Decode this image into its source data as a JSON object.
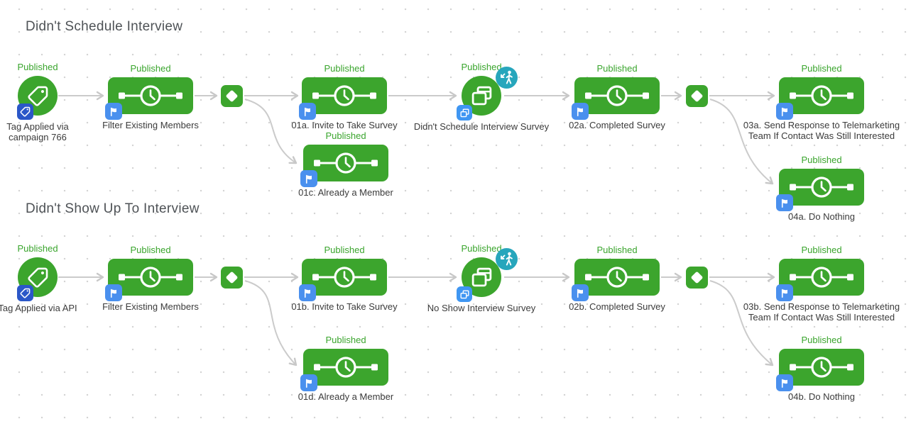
{
  "theme": {
    "node_green": "#3CA52D",
    "published_green": "#3AA52D",
    "flag_badge_blue": "#4A90EE",
    "tag_badge_blue": "#2B57C8",
    "pages_badge_blue": "#3F96F2",
    "walking_badge_teal": "#27A6BC",
    "connector_gray": "#CBCBCB",
    "label_gray": "#3B3B3B",
    "title_gray": "#4E5256",
    "grid_dot_gray": "#D2D2D2"
  },
  "workflows": [
    {
      "title": "Didn't Schedule Interview",
      "nodes": [
        {
          "id": "tag-applied-trigger",
          "type": "tag-circle",
          "status": "Published",
          "label": "Tag Applied via campaign 766",
          "badges": [
            "tag"
          ]
        },
        {
          "id": "filter-existing-members",
          "type": "timer",
          "status": "Published",
          "label": "Filter Existing Members",
          "badges": [
            "flag"
          ]
        },
        {
          "id": "decision-split-1",
          "type": "diamond"
        },
        {
          "id": "step-01a-invite-to-take-survey",
          "type": "timer",
          "status": "Published",
          "label": "01a. Invite to Take Survey",
          "badges": [
            "flag"
          ]
        },
        {
          "id": "step-01c-already-a-member",
          "type": "timer",
          "status": "Published",
          "label": "01c. Already a Member",
          "badges": [
            "flag"
          ]
        },
        {
          "id": "survey-didnt-schedule-interview",
          "type": "survey-circle",
          "status": "Published",
          "label": "Didn't Schedule Interview Survey",
          "badges": [
            "pages",
            "walking"
          ]
        },
        {
          "id": "step-02a-completed-survey",
          "type": "timer",
          "status": "Published",
          "label": "02a. Completed Survey",
          "badges": [
            "flag"
          ]
        },
        {
          "id": "decision-split-2",
          "type": "diamond"
        },
        {
          "id": "step-03a-send-response-telemarketing",
          "type": "timer",
          "status": "Published",
          "label": "03a. Send Response to Telemarketing Team If Contact Was Still Interested",
          "badges": [
            "flag"
          ]
        },
        {
          "id": "step-04a-do-nothing",
          "type": "timer",
          "status": "Published",
          "label": "04a. Do Nothing",
          "badges": [
            "flag"
          ]
        }
      ]
    },
    {
      "title": "Didn't Show Up To Interview",
      "nodes": [
        {
          "id": "tag-applied-trigger",
          "type": "tag-circle",
          "status": "Published",
          "label": "Tag Applied via API",
          "badges": [
            "tag"
          ]
        },
        {
          "id": "filter-existing-members",
          "type": "timer",
          "status": "Published",
          "label": "Filter Existing Members",
          "badges": [
            "flag"
          ]
        },
        {
          "id": "decision-split-1",
          "type": "diamond"
        },
        {
          "id": "step-01b-invite-to-take-survey",
          "type": "timer",
          "status": "Published",
          "label": "01b. Invite to Take Survey",
          "badges": [
            "flag"
          ]
        },
        {
          "id": "step-01d-already-a-member",
          "type": "timer",
          "status": "Published",
          "label": "01d. Already a Member",
          "badges": [
            "flag"
          ]
        },
        {
          "id": "survey-no-show-interview",
          "type": "survey-circle",
          "status": "Published",
          "label": "No Show Interview Survey",
          "badges": [
            "pages",
            "walking"
          ]
        },
        {
          "id": "step-02b-completed-survey",
          "type": "timer",
          "status": "Published",
          "label": "02b. Completed Survey",
          "badges": [
            "flag"
          ]
        },
        {
          "id": "decision-split-2",
          "type": "diamond"
        },
        {
          "id": "step-03b-send-response-telemarketing",
          "type": "timer",
          "status": "Published",
          "label": "03b. Send Response to Telemarketing Team If Contact Was Still Interested",
          "badges": [
            "flag"
          ]
        },
        {
          "id": "step-04b-do-nothing",
          "type": "timer",
          "status": "Published",
          "label": "04b. Do Nothing",
          "badges": [
            "flag"
          ]
        }
      ]
    }
  ]
}
